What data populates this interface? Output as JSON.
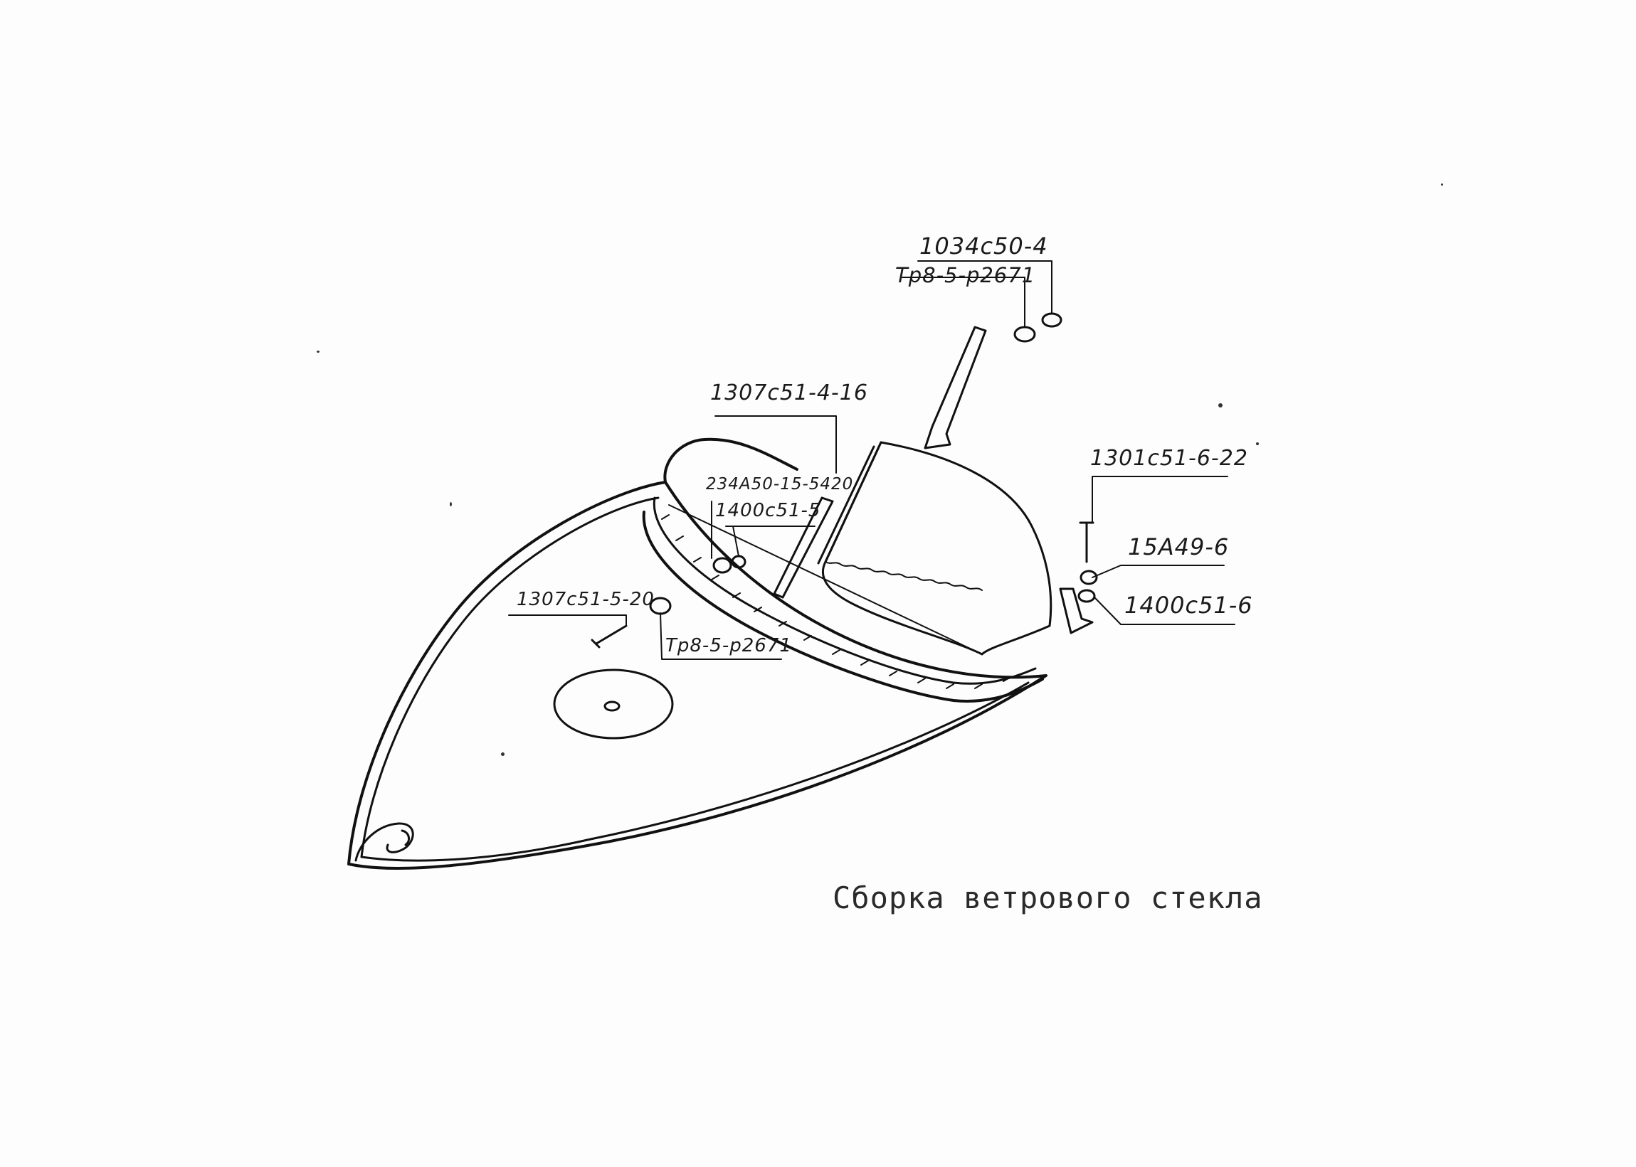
{
  "caption": "Сборка ветрового стекла",
  "labels": {
    "top_part": "1034c50-4",
    "top_tube": "Тр8-5-р2671",
    "left_screw": "1307c51-4-16",
    "mid_part": "234А50-15-5420",
    "mid_washer": "1400c51-5",
    "right_bolt": "1301c51-6-22",
    "right_bracket": "15А49-6",
    "right_washer": "1400c51-6",
    "lower_screw": "1307c51-5-20",
    "lower_tube": "Тр8-5-р2671"
  }
}
